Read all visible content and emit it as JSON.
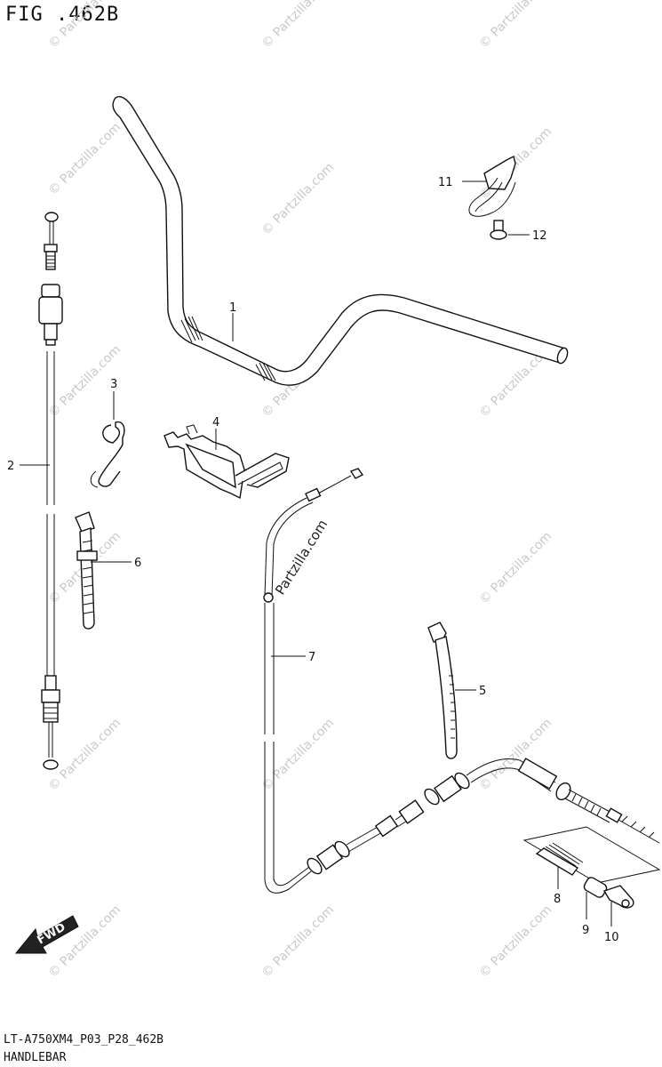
{
  "figure": {
    "title": "FIG .462B",
    "footer_code": "LT-A750XM4_P03_P28_462B",
    "footer_name": "HANDLEBAR"
  },
  "watermark": {
    "text": "© Partzilla.com",
    "center_text": "Partzilla.com"
  },
  "fwd_label": "FWD",
  "callouts": [
    {
      "id": "c1",
      "label": "1"
    },
    {
      "id": "c2",
      "label": "2"
    },
    {
      "id": "c3",
      "label": "3"
    },
    {
      "id": "c4",
      "label": "4"
    },
    {
      "id": "c5",
      "label": "5"
    },
    {
      "id": "c6",
      "label": "6"
    },
    {
      "id": "c7",
      "label": "7"
    },
    {
      "id": "c8",
      "label": "8"
    },
    {
      "id": "c9",
      "label": "9"
    },
    {
      "id": "c10",
      "label": "10"
    },
    {
      "id": "c11",
      "label": "11"
    },
    {
      "id": "c12",
      "label": "12"
    }
  ]
}
